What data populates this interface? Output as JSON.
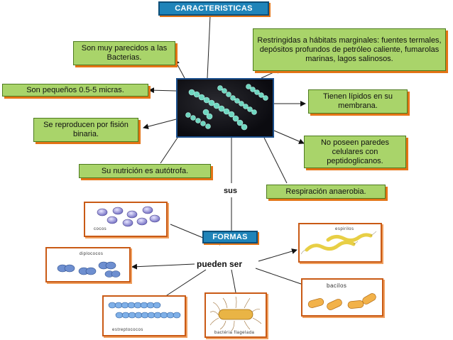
{
  "title": "CARACTERISTICAS",
  "characteristics": {
    "parecidos": "Son muy parecidos a las Bacterias.",
    "pequenos": "Son pequeños 0.5-5 micras.",
    "reproducen": "Se reproducen por fisión binaria.",
    "nutricion": "Su nutrición es autótrofa.",
    "habitats": "Restringidas a hábitats marginales: fuentes termales, depósitos profundos de petróleo caliente, fumarolas marinas, lagos salinosos.",
    "lipidos": "Tienen lípidos en su membrana.",
    "paredes": "No poseen paredes celulares con peptidoglicanos.",
    "respiracion": "Respiración anaerobia."
  },
  "connectors": {
    "sus": "sus",
    "pueden": "pueden ser"
  },
  "formas_title": "FORMAS",
  "shapes": {
    "cocos": "cocos",
    "diplococos": "diplococos",
    "estreptococos": "estreptococos",
    "flagelada": "bactéria flagelada",
    "espirilos": "espirilos",
    "bacilos": "bacilos"
  },
  "colors": {
    "box_fill": "#a9d46a",
    "box_shadow": "#e47416",
    "title_fill": "#1f84b9"
  }
}
